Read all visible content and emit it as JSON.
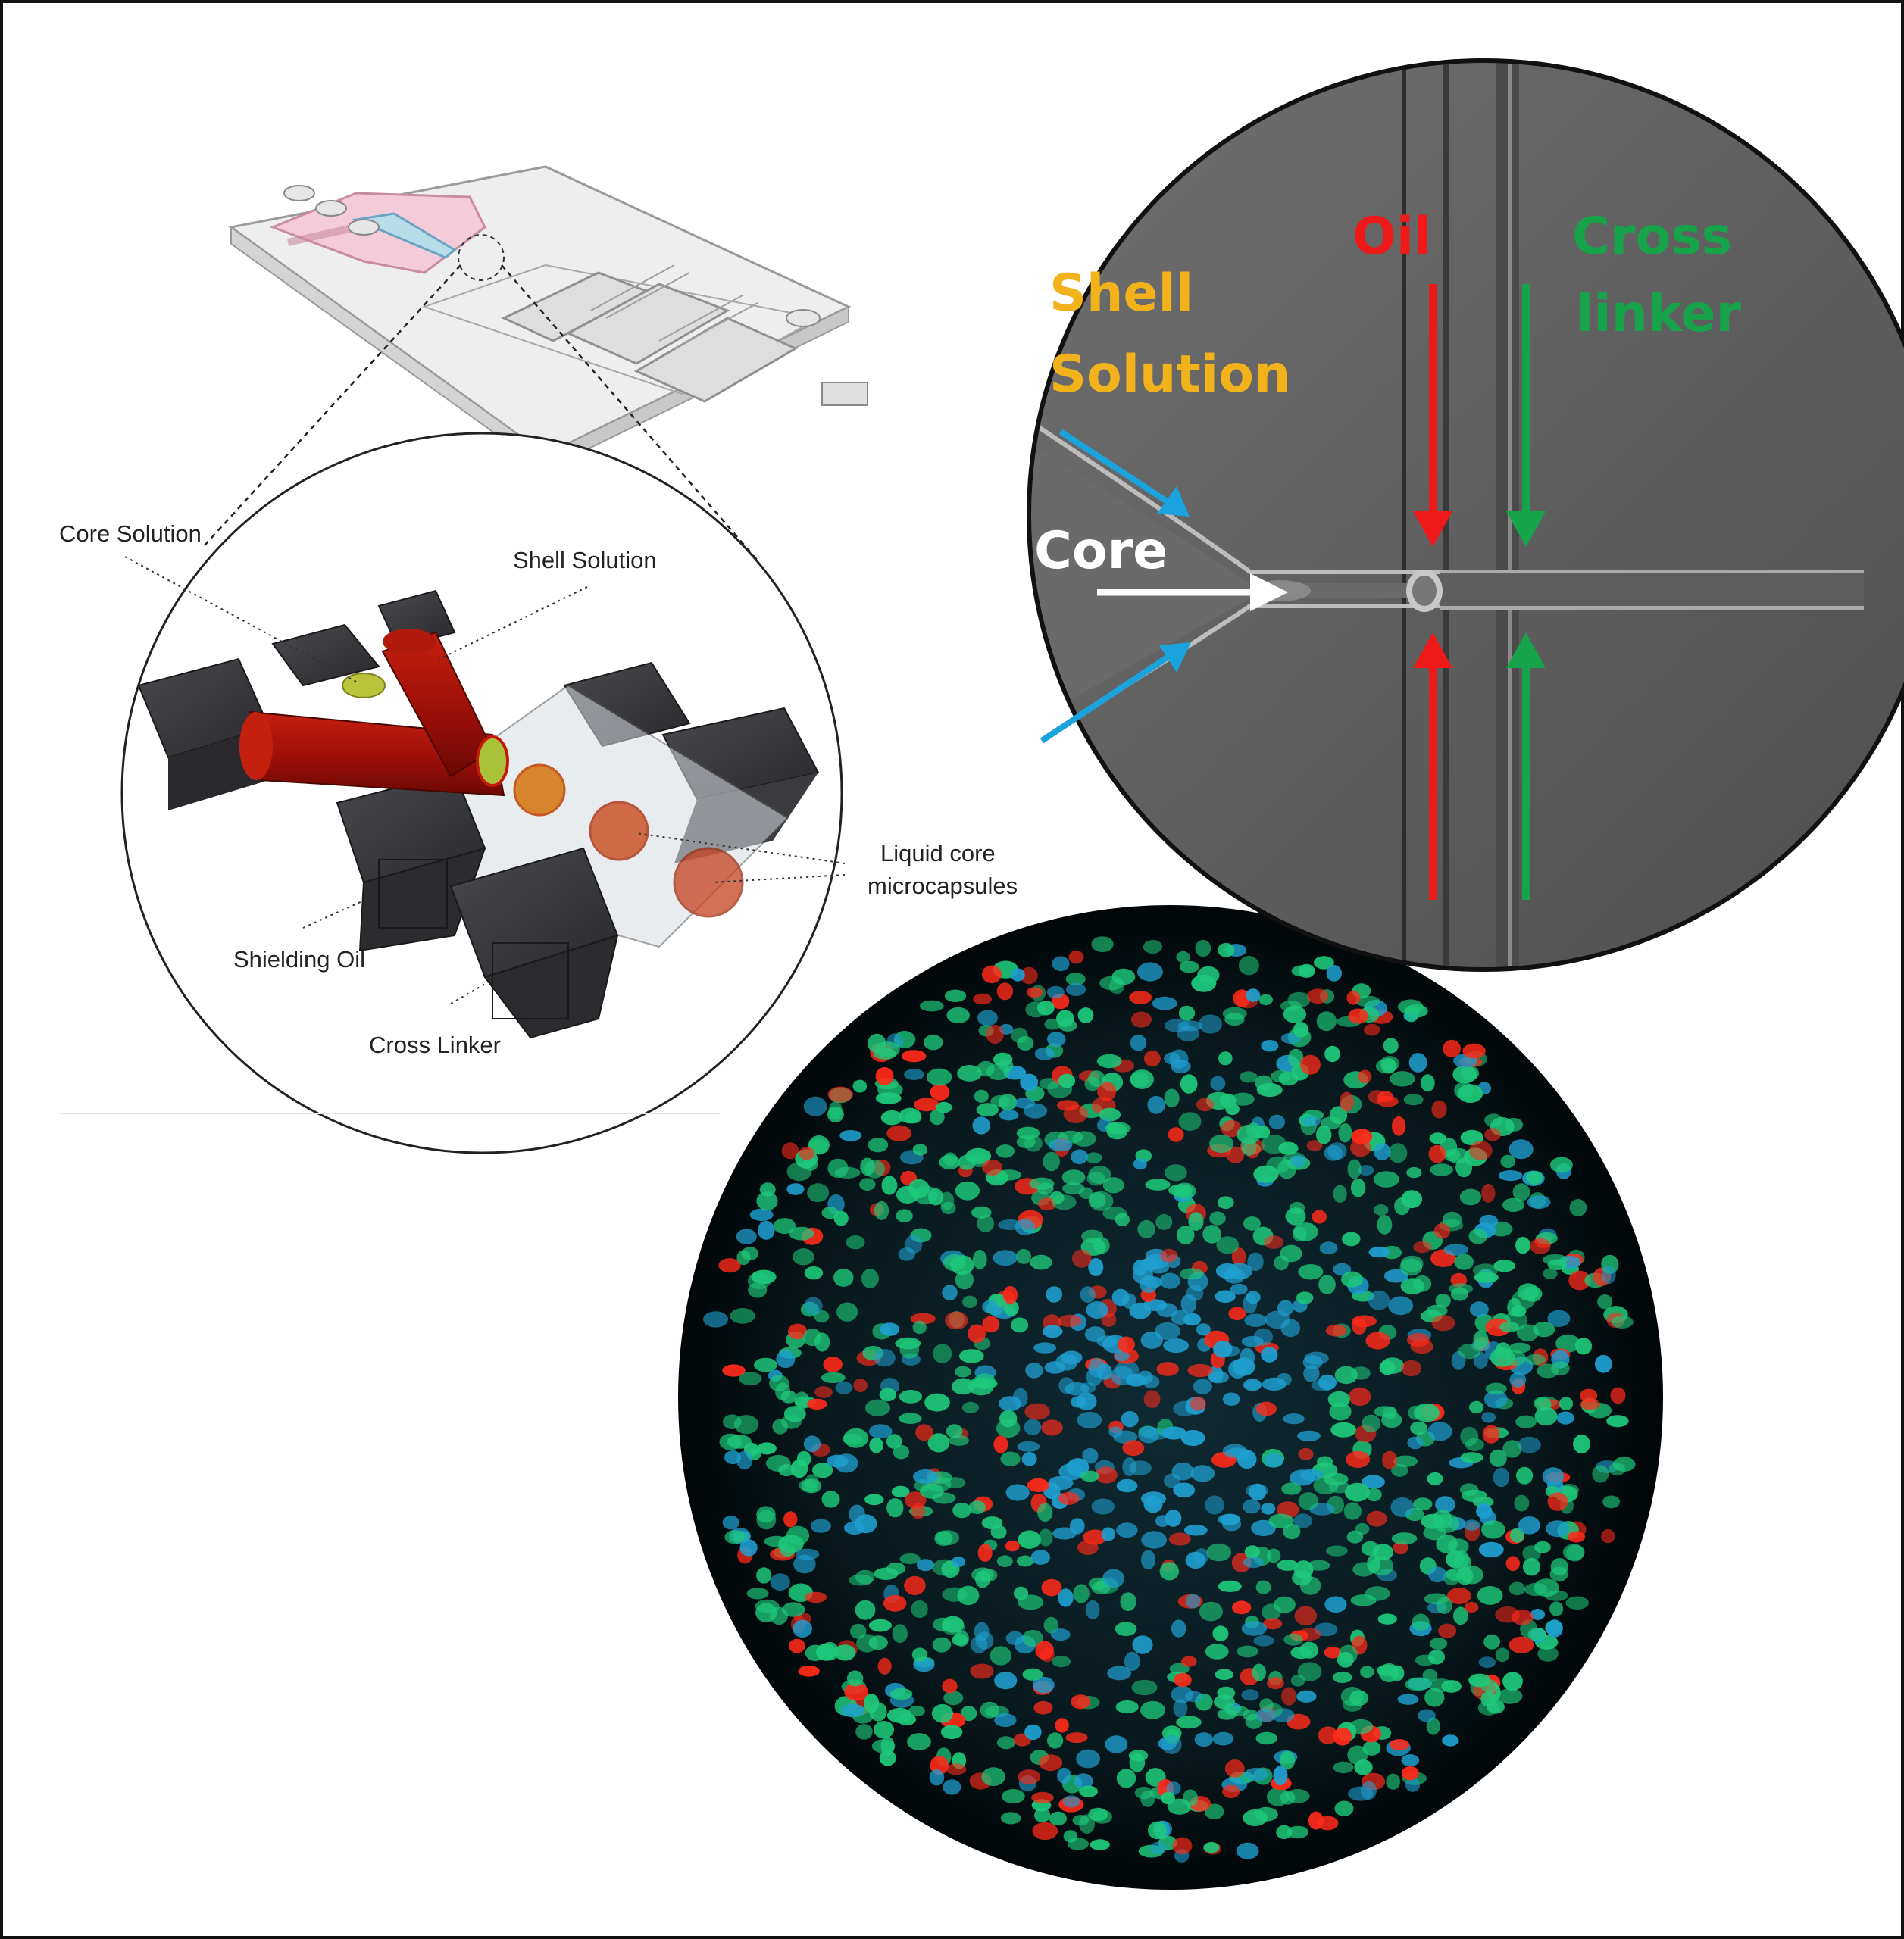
{
  "schematic": {
    "labels": {
      "core_solution": "Core Solution",
      "shell_solution": "Shell Solution",
      "liquid_core_line1": "Liquid core",
      "liquid_core_line2": "microcapsules",
      "shielding_oil": "Shielding Oil",
      "cross_linker": "Cross Linker"
    }
  },
  "micrograph": {
    "labels": {
      "shell_line1": "Shell",
      "shell_line2": "Solution",
      "core": "Core",
      "oil": "Oil",
      "cross_line1": "Cross",
      "cross_line2": "linker"
    },
    "colors": {
      "shell": "#f2b21c",
      "oil": "#f01919",
      "crosslinker": "#16a34a",
      "shell_arrow": "#1ba3dd",
      "core": "#ffffff"
    }
  },
  "fluorescence": {
    "channels": [
      "#1ec87a",
      "#ff2a1a",
      "#1f9fd0"
    ]
  }
}
